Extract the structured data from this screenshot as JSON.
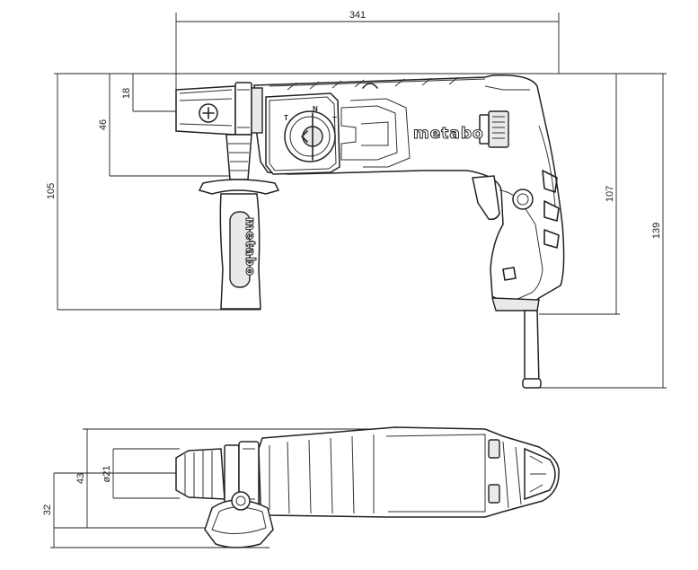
{
  "dimensions": {
    "overall_length": "341",
    "chuck_height": "18",
    "chuck_axis_height": "46",
    "handle_height": "105",
    "rear_height": "107",
    "overall_height": "139",
    "top_width": "43",
    "chuck_diameter": "ø21",
    "side_offset": "32"
  },
  "branding": {
    "body_logo": "metabo",
    "handle_logo": "metabo"
  },
  "mode_selector": {
    "mark_1": "T",
    "mark_2": "N",
    "mark_3": "T"
  }
}
